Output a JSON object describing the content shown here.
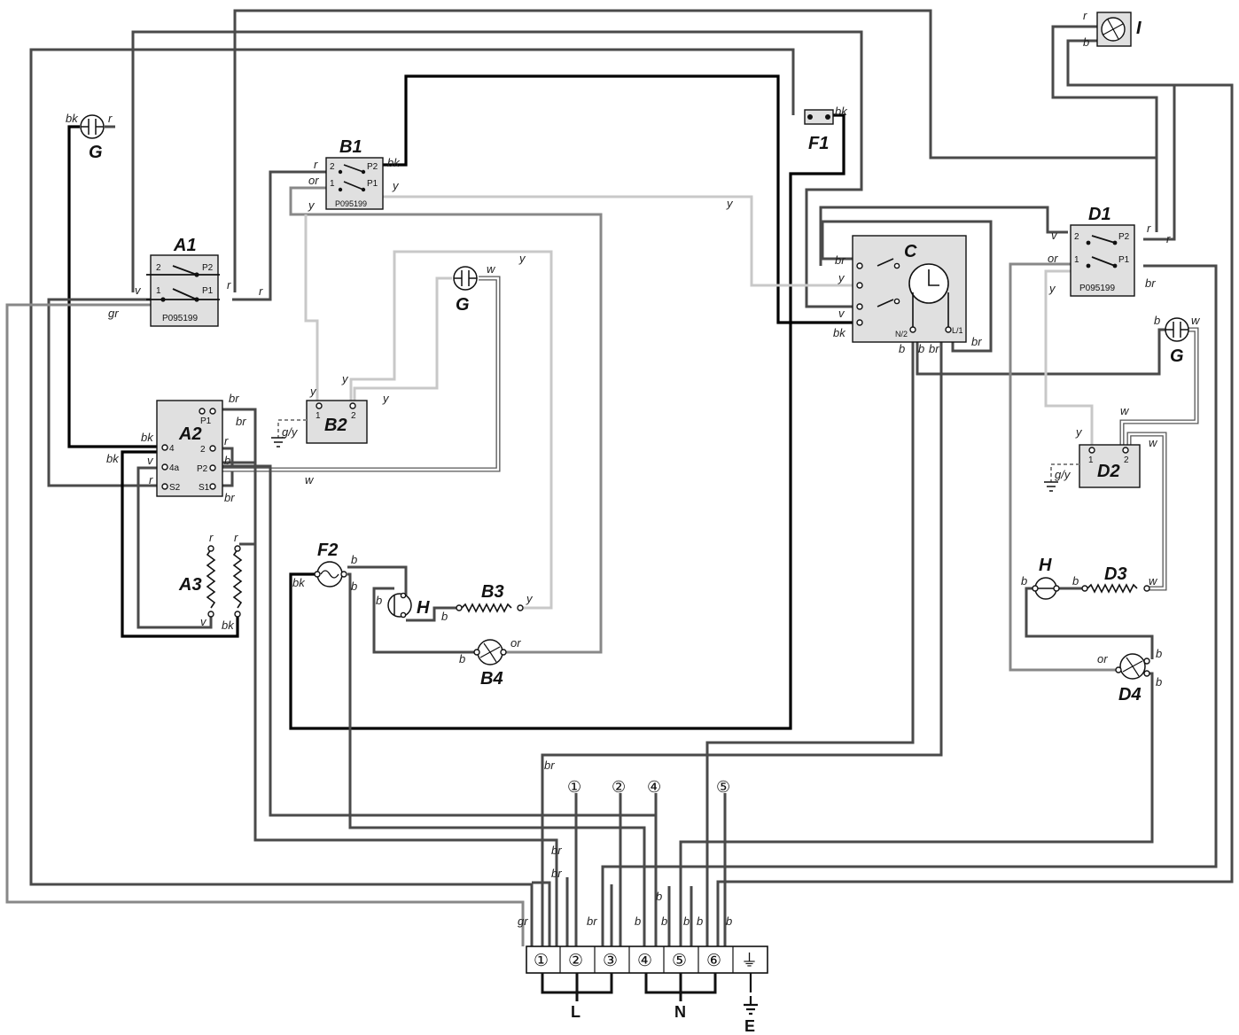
{
  "components": {
    "A1": "A1",
    "A2": "A2",
    "A3": "A3",
    "B1": "B1",
    "B2": "B2",
    "B3": "B3",
    "B4": "B4",
    "C": "C",
    "D1": "D1",
    "D2": "D2",
    "D3": "D3",
    "D4": "D4",
    "F1": "F1",
    "F2": "F2",
    "G": "G",
    "H": "H",
    "I": "I"
  },
  "part_codes": {
    "A1": "P095199",
    "B1": "P095199",
    "D1": "P095199"
  },
  "switch_pins": {
    "p1": "1",
    "p2": "2",
    "P1": "P1",
    "P2": "P2",
    "a2_4": "4",
    "a2_4a": "4a",
    "a2_S2": "S2",
    "a2_S1": "S1",
    "c_n2": "N/2",
    "c_l1": "L/1"
  },
  "wire_colors": {
    "bk": "bk",
    "r": "r",
    "v": "v",
    "gr": "gr",
    "or": "or",
    "y": "y",
    "w": "w",
    "b": "b",
    "br": "br",
    "gy": "g/y"
  },
  "terminal_block": {
    "terminals": [
      "①",
      "②",
      "③",
      "④",
      "⑤",
      "⑥"
    ],
    "ground": "⏚",
    "groups": {
      "L": "L",
      "N": "N",
      "E": "E"
    }
  },
  "bridge_markers": [
    "①",
    "②",
    "④",
    "⑤"
  ],
  "palette": {
    "wire_dark": "#4a4a4a",
    "wire_black": "#000000",
    "wire_light": "#c8c8c8",
    "component_fill": "#e0e0e0"
  }
}
